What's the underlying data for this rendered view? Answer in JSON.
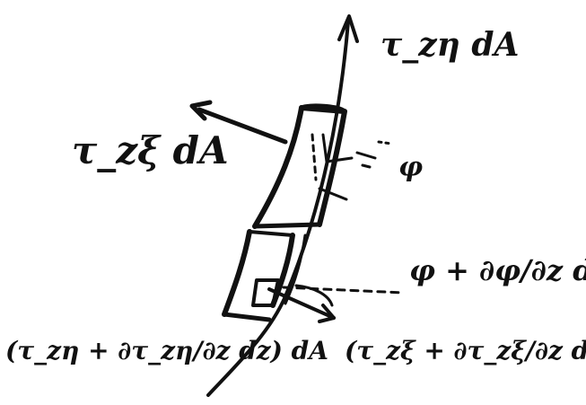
{
  "labels": {
    "top_force": "τ_zη dA",
    "left_force": "τ_zξ dA",
    "angle_top": "φ",
    "angle_bottom": "φ + ∂φ/∂z dz",
    "bottom_left_force": "(τ_zη + ∂τ_zη/∂z dz) dA",
    "bottom_right_force": "(τ_zξ + ∂τ_zξ/∂z dz) dA"
  },
  "colors": {
    "ink": "#111111",
    "background": "#ffffff"
  }
}
